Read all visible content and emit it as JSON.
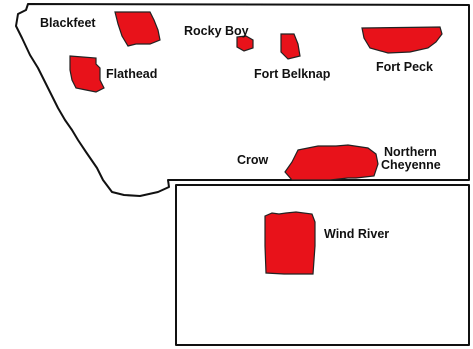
{
  "map": {
    "reservation_color": "#e8121a",
    "outline_color": "#111111",
    "background_color": "#ffffff",
    "reservations": [
      {
        "name": "Blackfeet"
      },
      {
        "name": "Rocky Boy"
      },
      {
        "name": "Flathead"
      },
      {
        "name": "Fort Belknap"
      },
      {
        "name": "Fort Peck"
      },
      {
        "name": "Crow"
      },
      {
        "name": "Northern Cheyenne",
        "lines": [
          "Northern",
          "Cheyenne"
        ]
      },
      {
        "name": "Wind River"
      }
    ]
  }
}
